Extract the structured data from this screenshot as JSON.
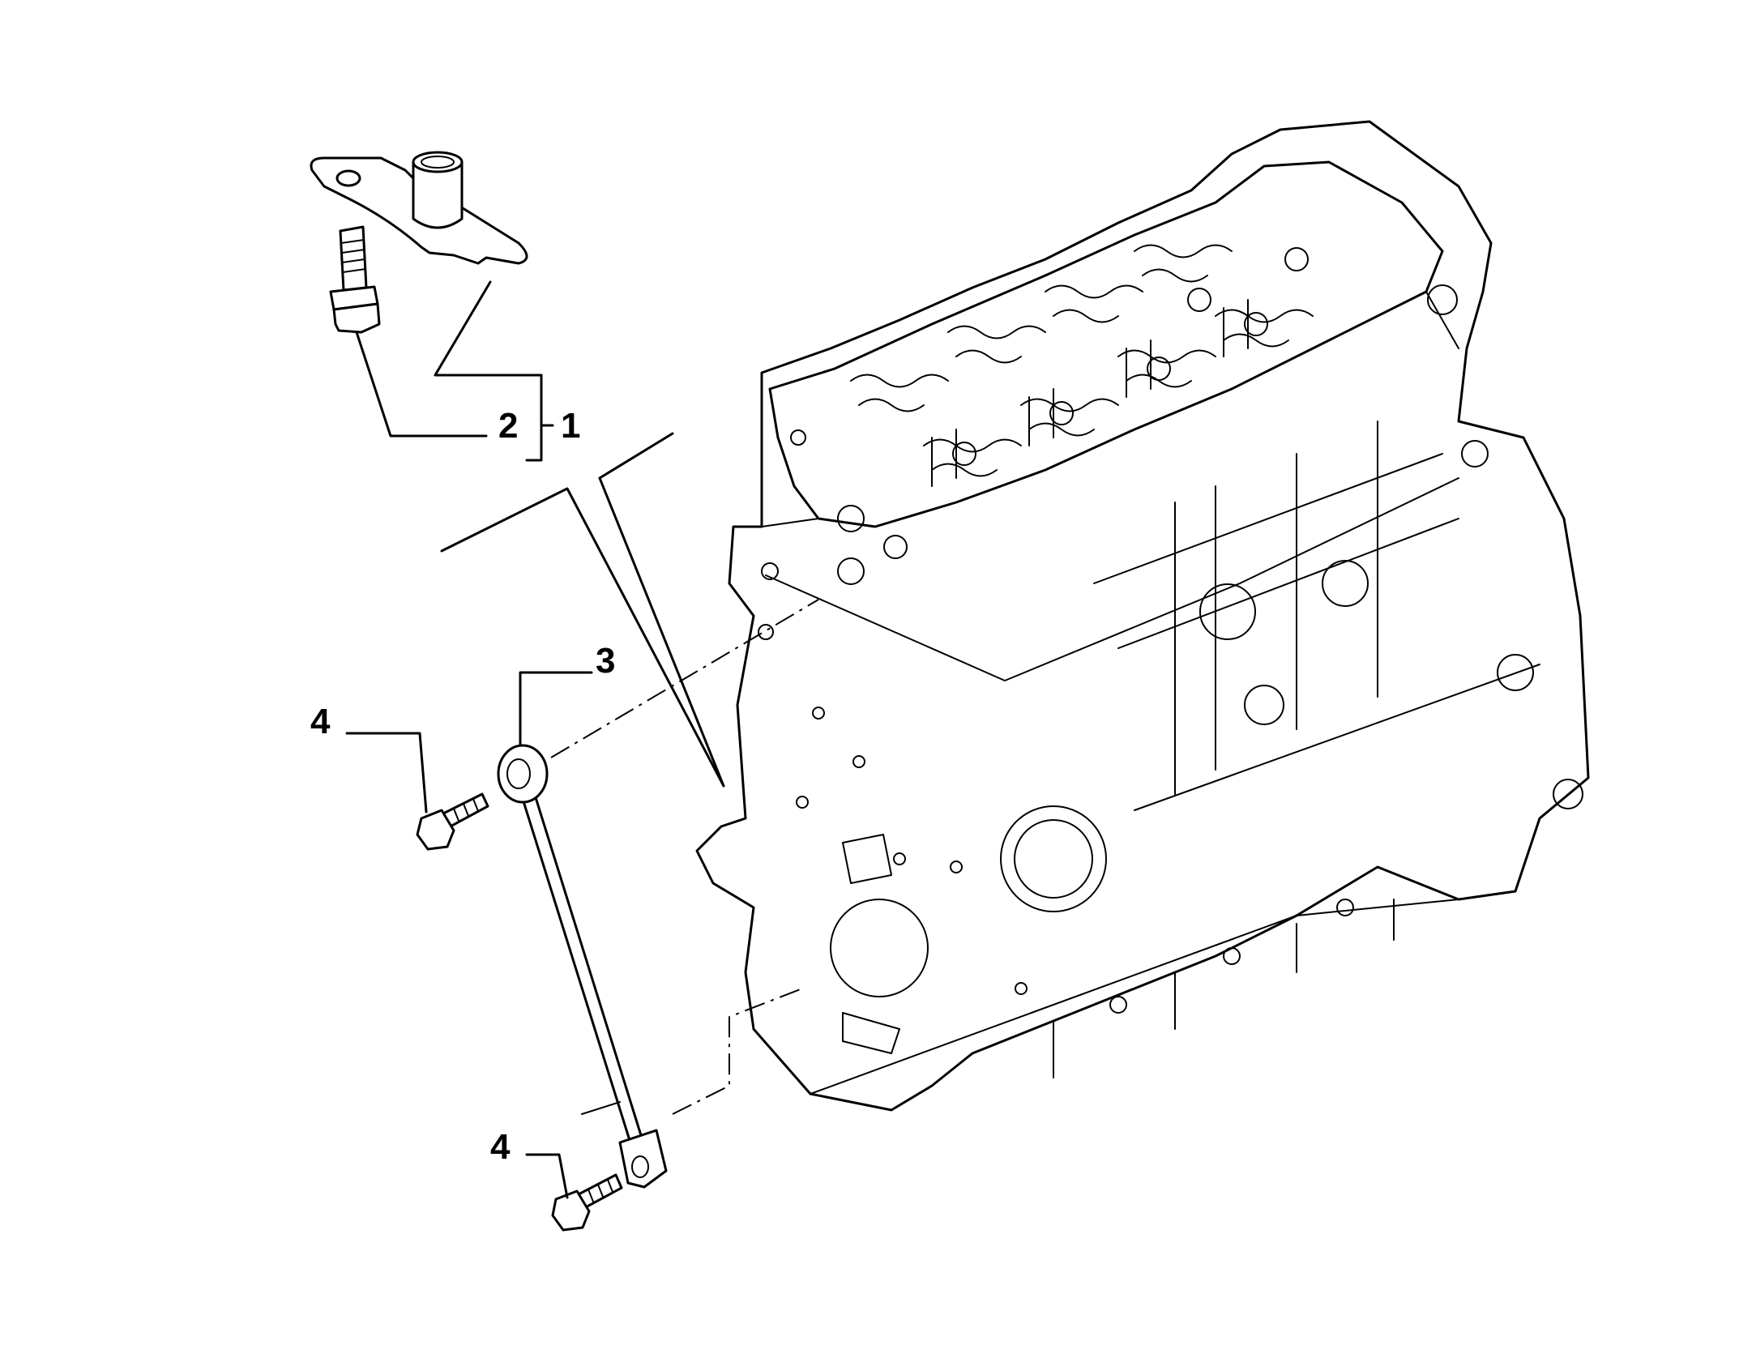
{
  "callouts": [
    {
      "id": "1",
      "label": "1"
    },
    {
      "id": "2",
      "label": "2"
    },
    {
      "id": "3",
      "label": "3"
    },
    {
      "id": "4a",
      "label": "4"
    },
    {
      "id": "4b",
      "label": "4"
    }
  ]
}
